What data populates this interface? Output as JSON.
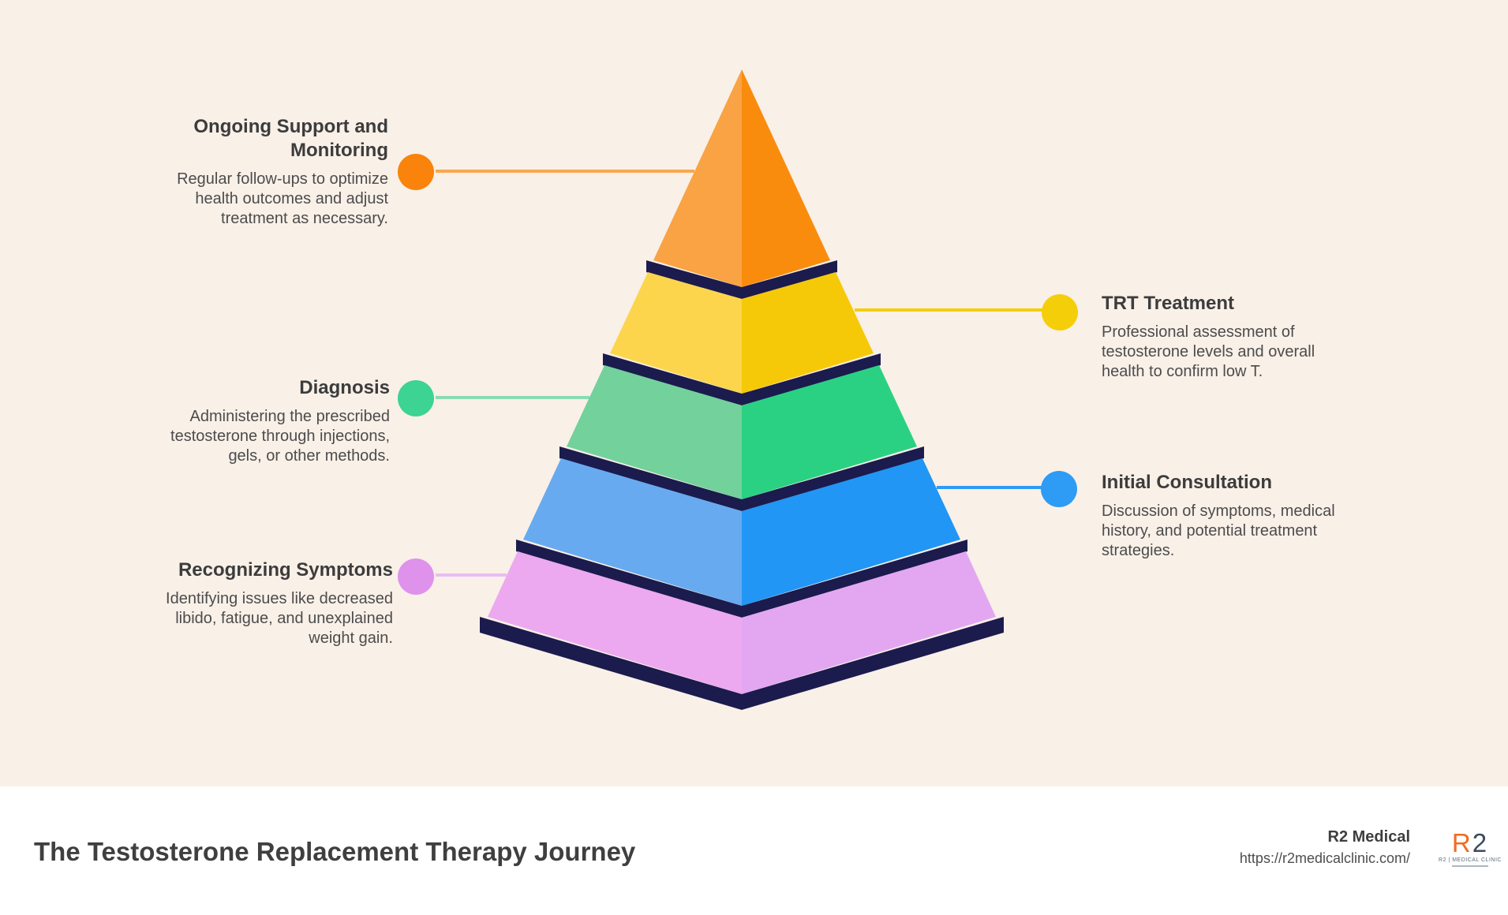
{
  "background": {
    "canvas_color": "#F9F0E8",
    "footer_color": "#FFFFFF"
  },
  "pyramid": {
    "band_color": "#1B1B4D"
  },
  "steps": [
    {
      "title": "Ongoing Support and Monitoring",
      "description": "Regular follow-ups to optimize health outcomes and adjust treatment as necessary.",
      "side": "left",
      "color_left": "#F9A344",
      "color_right": "#FA8C0D",
      "dot_color": "#F9830B",
      "line_color": "#FAA74F"
    },
    {
      "title": "TRT Treatment",
      "description": "Professional assessment of testosterone levels and overall health to confirm low T.",
      "side": "right",
      "color_left": "#FCD54D",
      "color_right": "#F6C908",
      "dot_color": "#F5CE0A",
      "line_color": "#F5CE0A"
    },
    {
      "title": "Diagnosis",
      "description": "Administering the prescribed testosterone through injections, gels, or other methods.",
      "side": "left",
      "color_left": "#73D19B",
      "color_right": "#2BD183",
      "dot_color": "#3DD392",
      "line_color": "#8ADBB4"
    },
    {
      "title": "Initial Consultation",
      "description": "Discussion of symptoms, medical history, and potential treatment strategies.",
      "side": "right",
      "color_left": "#68AAEF",
      "color_right": "#2196F4",
      "dot_color": "#2E9BF5",
      "line_color": "#2E9BF5"
    },
    {
      "title": "Recognizing Symptoms",
      "description": "Identifying issues like decreased libido, fatigue, and unexplained weight gain.",
      "side": "left",
      "color_left": "#ECA9EF",
      "color_right": "#E3A7F2",
      "dot_color": "#DE92EC",
      "line_color": "#EBBCF4"
    }
  ],
  "footer": {
    "title": "The Testosterone Replacement Therapy Journey",
    "brand": "R2 Medical",
    "url": "https://r2medicalclinic.com/",
    "logo": {
      "r_letter": "R",
      "two_digit": "2",
      "caption": "R2 | MEDICAL CLINIC"
    }
  }
}
